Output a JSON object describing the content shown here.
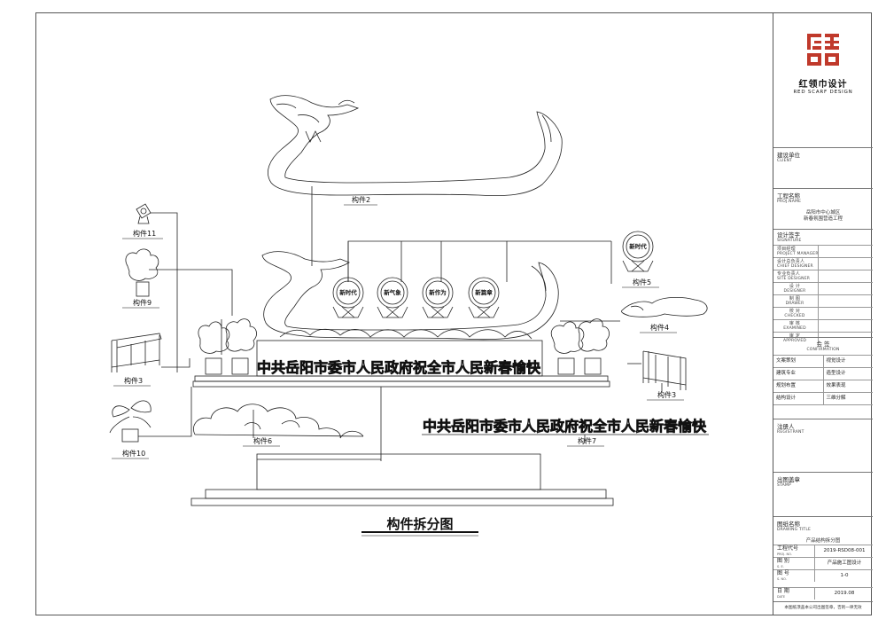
{
  "drawing": {
    "title": "构件拆分图",
    "banner_text": "中共岳阳市委市人民政府祝全市人民新春愉快",
    "badge_labels": [
      "新时代",
      "新气象",
      "新作为",
      "新篇章"
    ],
    "components": [
      {
        "id": "c2",
        "label": "构件2"
      },
      {
        "id": "c11",
        "label": "构件11"
      },
      {
        "id": "c9",
        "label": "构件9"
      },
      {
        "id": "c5",
        "label": "构件5"
      },
      {
        "id": "c4",
        "label": "构件4"
      },
      {
        "id": "c3a",
        "label": "构件3"
      },
      {
        "id": "c3b",
        "label": "构件3"
      },
      {
        "id": "c10",
        "label": "构件10"
      },
      {
        "id": "c6",
        "label": "构件6"
      },
      {
        "id": "c7",
        "label": "构件7"
      }
    ]
  },
  "title_block": {
    "logo_cn": "红领巾设计",
    "logo_en": "RED SCARF DESIGN",
    "client_cn": "建设单位",
    "client_en": "CLIENT",
    "project_cn": "工程名称",
    "project_en": "PROJ.NAME",
    "project_value_1": "岳阳市中心城区",
    "project_value_2": "新春氛围营造工程",
    "signature_cn": "设计签字",
    "signature_en": "SIGNATURE",
    "roles": [
      {
        "cn": "项目经理",
        "en": "PROJECT MANAGER"
      },
      {
        "cn": "设计总负责人",
        "en": "CHIEF DESIGNER"
      },
      {
        "cn": "专业负责人",
        "en": "SITE DESIGNER"
      },
      {
        "cn": "设 计",
        "en": "DESIGNER"
      },
      {
        "cn": "制 图",
        "en": "DRAWER"
      },
      {
        "cn": "校 对",
        "en": "CHECKED"
      },
      {
        "cn": "审 核",
        "en": "EXAMINED"
      },
      {
        "cn": "审 定",
        "en": "APPROVED"
      }
    ],
    "confirmation_cn": "会 签",
    "confirmation_en": "CONFIRMATION",
    "confirm_grid": [
      [
        "文案策划",
        "视觉设计"
      ],
      [
        "建筑专业",
        "造型设计"
      ],
      [
        "规划布置",
        "效果表现"
      ],
      [
        "结构设计",
        "三维分解"
      ]
    ],
    "registrant_cn": "注册人",
    "registrant_en": "REGISTRANT",
    "stamp_cn": "出图盖章",
    "stamp_en": "STAMP",
    "drawing_title_cn": "图纸名称",
    "drawing_title_en": "DRAWING TITLE",
    "drawing_title_value": "产品结构拆分图",
    "proj_no_k": "工程代号",
    "proj_no_e": "PROJ. NO.",
    "proj_no_v": "2019-RSD08-001",
    "sect_k": "图 别",
    "sect_e": "S. E.",
    "sect_v": "产品施工图设计",
    "sno_k": "图 号",
    "sno_e": "S. NO.",
    "sno_v": "1-0",
    "date_k": "日 期",
    "date_e": "DATE",
    "date_v": "2019.08",
    "footer_note": "本图纸须盖本公司出图签章，否则一律无效"
  },
  "colors": {
    "logo_red": "#c0392b",
    "line": "#222222"
  }
}
